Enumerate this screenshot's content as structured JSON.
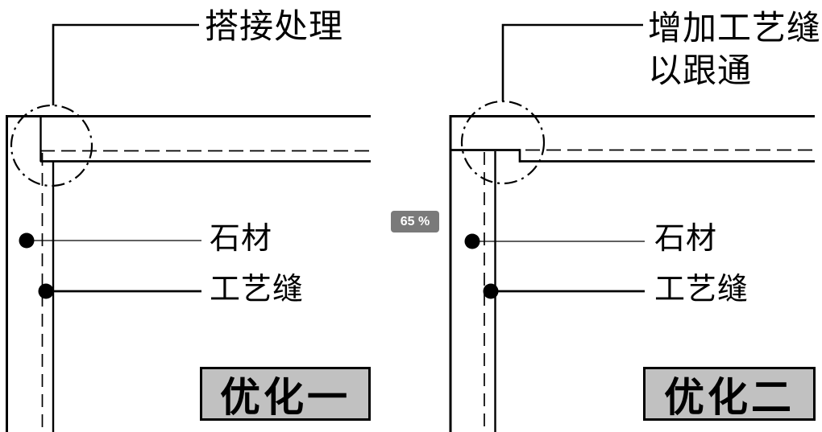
{
  "viewer": {
    "zoom_badge": "65 %"
  },
  "left_detail": {
    "callout": "搭接处理",
    "stone_label": "石材",
    "seam_label": "工艺缝",
    "caption": "优化一"
  },
  "right_detail": {
    "callout_line1": "增加工艺缝",
    "callout_line2": "以跟通",
    "stone_label": "石材",
    "seam_label": "工艺缝",
    "caption": "优化二"
  },
  "colors": {
    "line": "#000000",
    "background": "#ffffff",
    "caption_fill": "#c1c1c1",
    "caption_border": "#000000",
    "badge_fill": "#7a7a7a",
    "badge_text": "#ffffff"
  }
}
